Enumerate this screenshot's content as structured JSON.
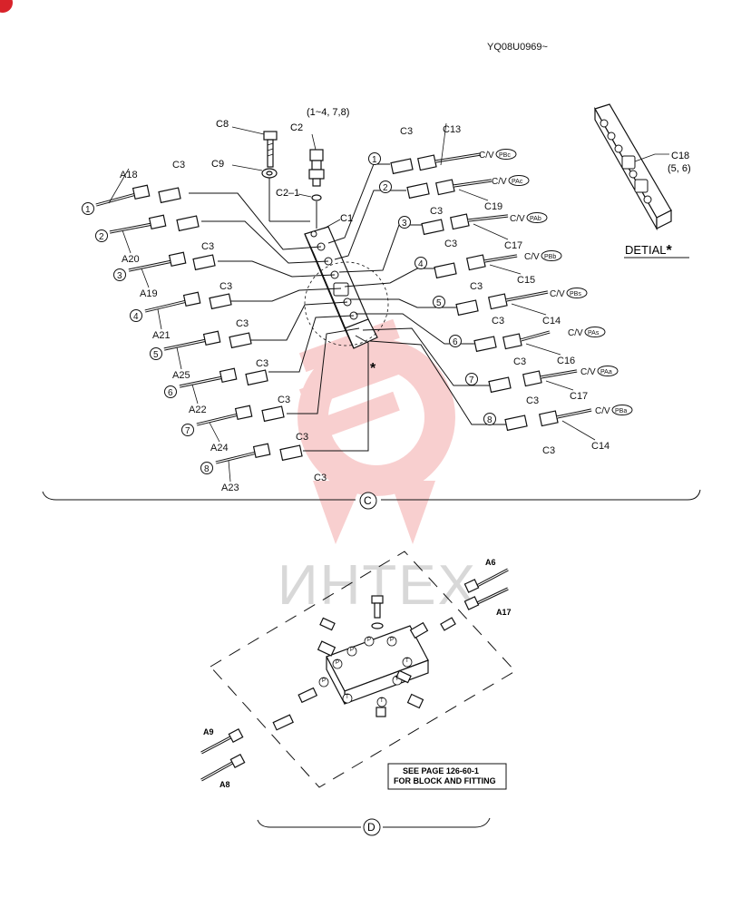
{
  "doc_id": "YQ08U0969~",
  "corner_badge": "",
  "watermark": {
    "text": "ИНТЕХ",
    "color": "#f2b4b4"
  },
  "section_c": {
    "label": "C",
    "c8": "C8",
    "c9": "C9",
    "c2": "C2",
    "c2_note": "(1~4, 7,8)",
    "c2_1": "C2–1",
    "c1": "C1",
    "star": "*",
    "left_rows": [
      {
        "num": "1",
        "hose": "A18",
        "fitting": "C3"
      },
      {
        "num": "2",
        "hose": "A20",
        "fitting": "C3"
      },
      {
        "num": "3",
        "hose": "A19",
        "fitting": "C3"
      },
      {
        "num": "4",
        "hose": "A21",
        "fitting": "C3"
      },
      {
        "num": "5",
        "hose": "A25",
        "fitting": "C3"
      },
      {
        "num": "6",
        "hose": "A22",
        "fitting": "C3"
      },
      {
        "num": "7",
        "hose": "A24",
        "fitting": "C3"
      },
      {
        "num": "8",
        "hose": "A23",
        "fitting": "C3"
      }
    ],
    "right_rows": [
      {
        "num": "1",
        "fitting": "C3",
        "hose": "C13",
        "cv": "C/V",
        "port": "PBc"
      },
      {
        "num": "2",
        "fitting": "C3",
        "hose": "C19",
        "cv": "C/V",
        "port": "PAc"
      },
      {
        "num": "3",
        "fitting": "C3",
        "hose": "C17",
        "cv": "C/V",
        "port": "PAb"
      },
      {
        "num": "4",
        "fitting": "C3",
        "hose": "C15",
        "cv": "C/V",
        "port": "PBb"
      },
      {
        "num": "5",
        "fitting": "C3",
        "hose": "C14",
        "cv": "C/V",
        "port": "PBs"
      },
      {
        "num": "6",
        "fitting": "C3",
        "hose": "C16",
        "cv": "C/V",
        "port": "PAs"
      },
      {
        "num": "7",
        "fitting": "C3",
        "hose": "C17",
        "cv": "C/V",
        "port": "PAa"
      },
      {
        "num": "8",
        "fitting": "C3",
        "hose": "C14",
        "cv": "C/V",
        "port": "PBa"
      }
    ]
  },
  "detail": {
    "title": "DETIAL",
    "star": "*",
    "part": "C18",
    "note": "(5, 6)"
  },
  "section_d": {
    "label": "D",
    "a6": "A6",
    "a17": "A17",
    "a9": "A9",
    "a8": "A8",
    "note_line1": "SEE PAGE 126-60-1",
    "note_line2": "FOR BLOCK AND FITTING",
    "port_p": "P",
    "port_t": "T"
  }
}
